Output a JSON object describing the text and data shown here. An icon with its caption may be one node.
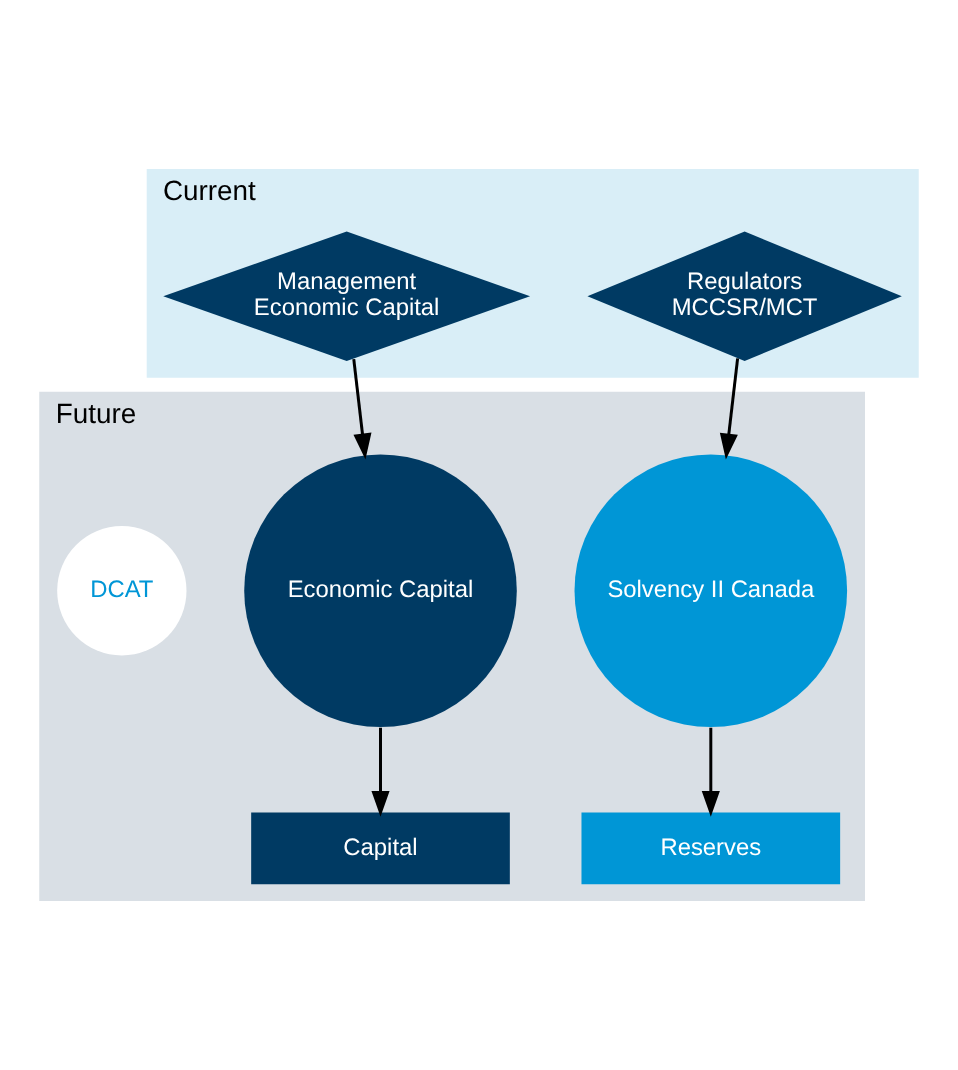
{
  "diagram": {
    "nodes": [
      {
        "text": [
          "Current"
        ]
      },
      {
        "text": [
          "Regulators",
          "MCCSR/MCT"
        ],
        "in": 0
      },
      {
        "text": [
          "Management",
          "Economic Capital"
        ],
        "in": 0
      },
      {
        "text": [
          "Future"
        ]
      },
      {
        "text": [
          "Solvency II Canada"
        ],
        "in": 3
      },
      {
        "text": [
          "Economic Capital"
        ],
        "in": 3
      },
      {
        "text": [
          "DCAT"
        ],
        "in": 3
      },
      {
        "text": [
          "Reserves"
        ],
        "in": 3
      },
      {
        "text": [
          "Capital"
        ],
        "in": 3
      }
    ],
    "edges": [
      {
        "from": 1,
        "to": 4,
        "arrow": "to"
      },
      {
        "from": 2,
        "to": 5,
        "arrow": "to"
      },
      {
        "from": 4,
        "to": 7,
        "arrow": "to"
      },
      {
        "from": 5,
        "to": 8,
        "arrow": "to"
      }
    ]
  }
}
